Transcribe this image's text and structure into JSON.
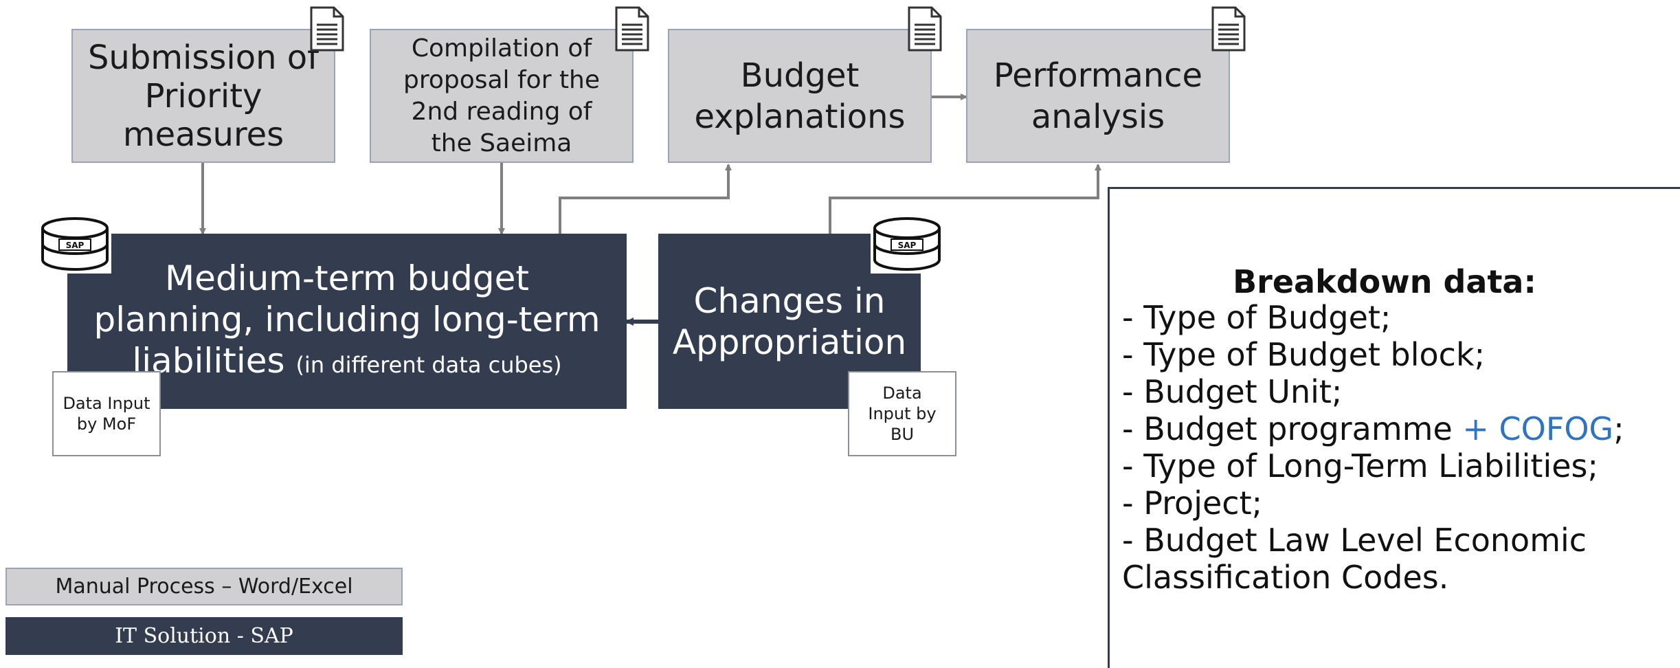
{
  "boxes": {
    "submission": "Submission of Priority measures",
    "compilation": "Compilation of proposal for the 2nd reading of the Saeima",
    "budget_explanations": "Budget explanations",
    "performance_analysis": "Performance analysis",
    "mtbp_main": "Medium-term budget planning, including long-term liabilities",
    "mtbp_sub": "(in different data cubes)",
    "changes": "Changes in Appropriation"
  },
  "input_boxes": {
    "mof": "Data Input by MoF",
    "bu": "Data Input by BU"
  },
  "sap_label": "SAP",
  "breakdown": {
    "title": "Breakdown data:",
    "items": [
      "- Type of Budget;",
      "- Type of Budget block;",
      "- Budget Unit;",
      "- Type of Long-Term Liabilities;",
      "- Project;",
      "- Budget Law Level Economic",
      "Classification Codes."
    ],
    "programme_prefix": "- Budget programme ",
    "programme_accent": "+ COFOG",
    "programme_suffix": ";"
  },
  "legend": {
    "manual": "Manual Process – Word/Excel",
    "it": "IT Solution - SAP"
  },
  "colors": {
    "dark_box": "#333d4f",
    "gray_box": "#d0cfd2",
    "accent": "#2f74c0",
    "arrow": "#7f7f7f"
  },
  "icons": [
    "document-icon",
    "sap-database-icon"
  ]
}
